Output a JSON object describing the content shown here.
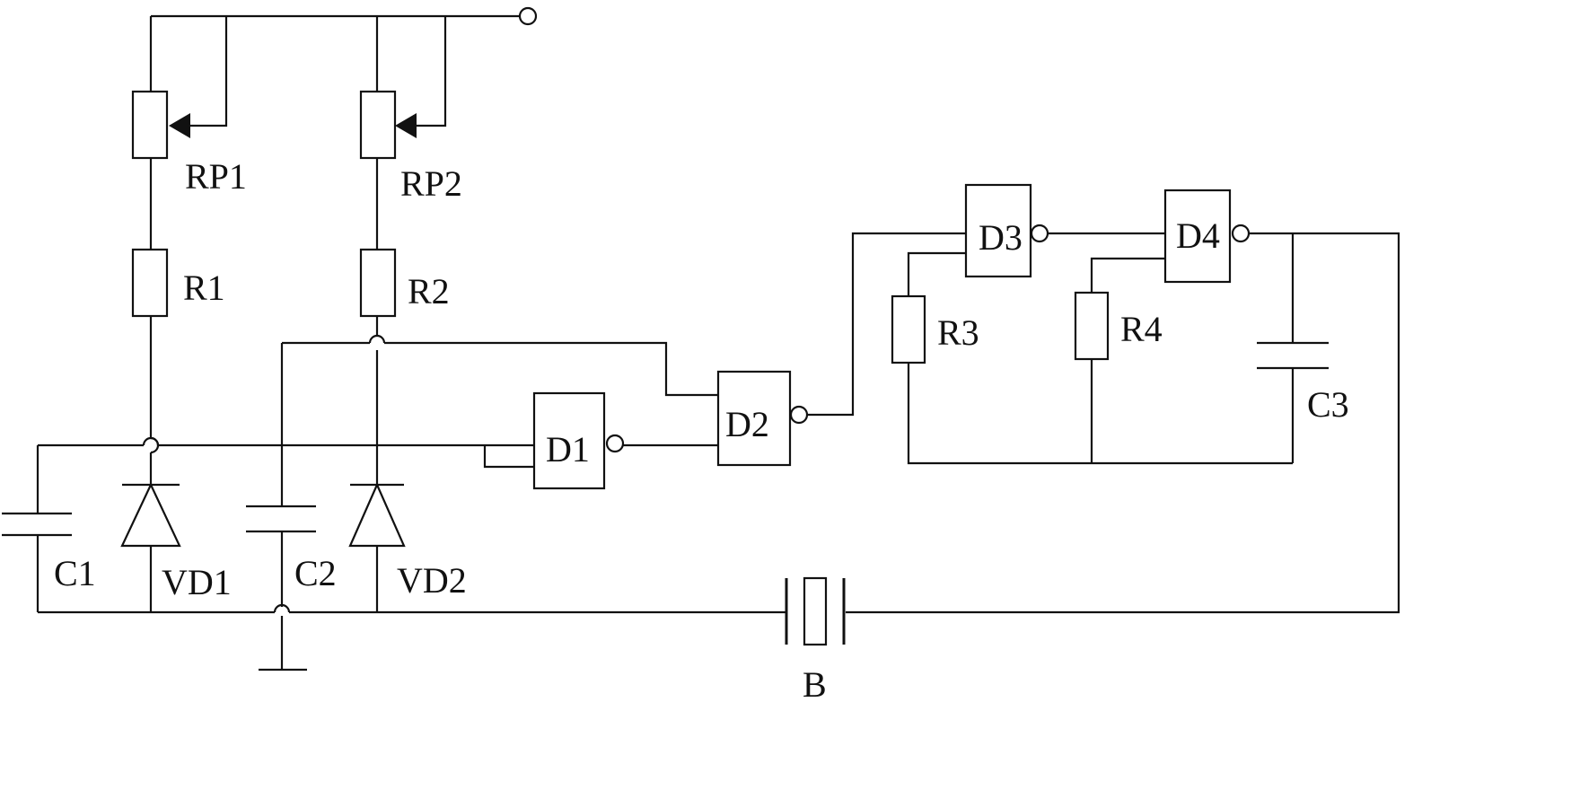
{
  "labels": {
    "rp1": "RP1",
    "rp2": "RP2",
    "r1": "R1",
    "r2": "R2",
    "r3": "R3",
    "r4": "R4",
    "c1": "C1",
    "c2": "C2",
    "c3": "C3",
    "vd1": "VD1",
    "vd2": "VD2",
    "d1": "D1",
    "d2": "D2",
    "d3": "D3",
    "d4": "D4",
    "b": "B"
  },
  "colors": {
    "stroke": "#111111",
    "background": "#ffffff"
  }
}
